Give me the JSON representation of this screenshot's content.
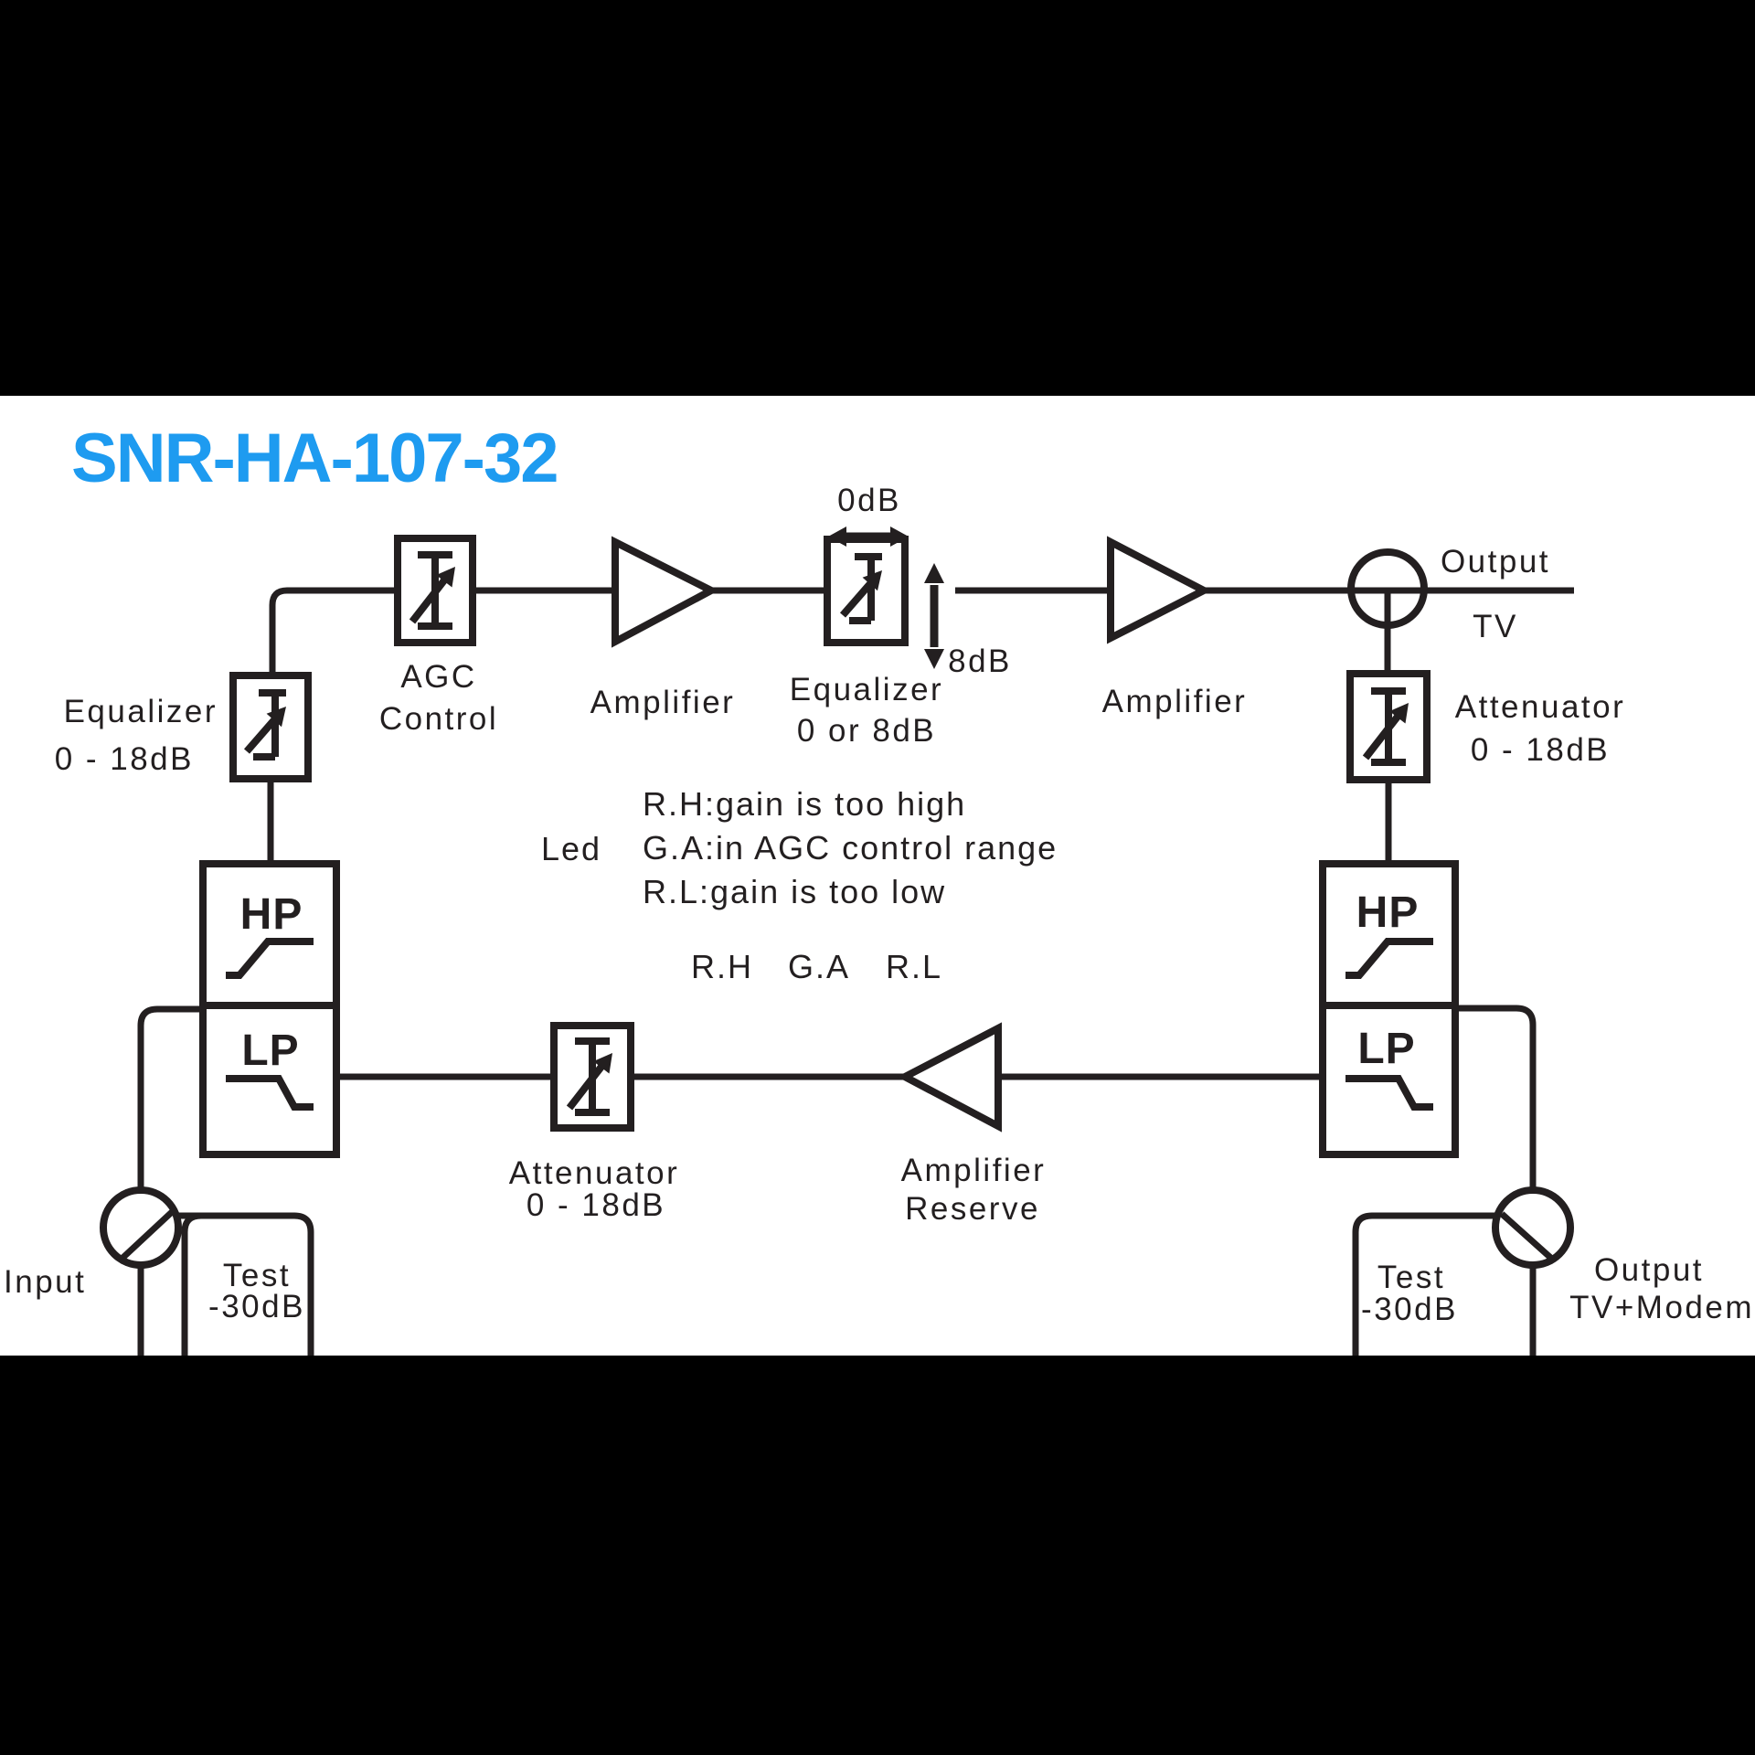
{
  "colors": {
    "accent": "#1e9bf0",
    "ink": "#231f20",
    "background": "#ffffff",
    "band": "#000000"
  },
  "title": "SNR-HA-107-32",
  "top_path": {
    "equalizer_in": {
      "label": "Equalizer",
      "range": "0 - 18dB"
    },
    "agc": {
      "line1": "AGC",
      "line2": "Control"
    },
    "amplifier1": "Amplifier",
    "equalizer_mid": {
      "label": "Equalizer",
      "range": "0 or 8dB",
      "min": "0dB",
      "max": "8dB"
    },
    "amplifier2": "Amplifier",
    "output_tv": {
      "label": "Output",
      "sub": "TV"
    }
  },
  "left_path": {
    "hp": "HP",
    "lp": "LP"
  },
  "right_path": {
    "attenuator": {
      "label": "Attenuator",
      "range": "0 - 18dB"
    },
    "hp": "HP",
    "lp": "LP"
  },
  "led": {
    "label": "Led",
    "lines": [
      "R.H:gain is too high",
      "G.A:in AGC control range",
      "R.L:gain is too low"
    ],
    "indicators": [
      "R.H",
      "G.A",
      "R.L"
    ]
  },
  "return_path": {
    "attenuator": {
      "label": "Attenuator",
      "range": "0 - 18dB"
    },
    "amplifier": {
      "line1": "Amplifier",
      "line2": "Reserve"
    }
  },
  "input": {
    "label": "Input",
    "test": {
      "line1": "Test",
      "line2": "-30dB"
    }
  },
  "output_modem": {
    "label": "Output",
    "sub": "TV+Modem",
    "test": {
      "line1": "Test",
      "line2": "-30dB"
    }
  }
}
